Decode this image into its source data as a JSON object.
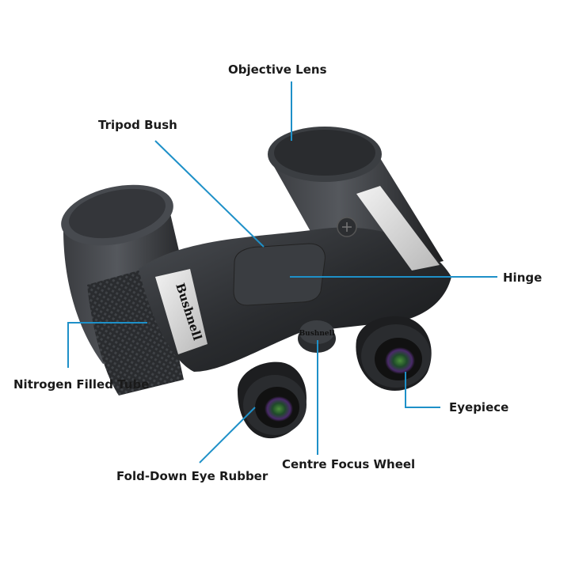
{
  "labels": {
    "objective_lens": "Objective Lens",
    "tripod_bush": "Tripod Bush",
    "hinge": "Hinge",
    "nitrogen_filled_tube": "Nitrogen Filled Tube",
    "eyepiece": "Eyepiece",
    "centre_focus_wheel": "Centre Focus Wheel",
    "fold_down_eye_rubber": "Fold-Down Eye Rubber"
  },
  "product": {
    "brand_body": "Bushnell",
    "brand_focus_wheel": "Bushnell"
  },
  "colors": {
    "leader_line": "#1e90c8",
    "body": "#2b2d30",
    "label_text": "#1a1a1a"
  }
}
